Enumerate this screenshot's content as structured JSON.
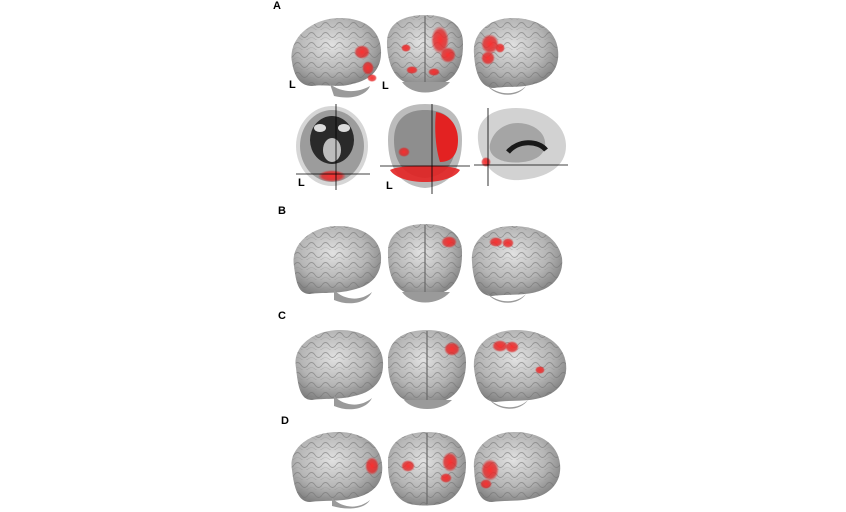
{
  "figure": {
    "panels": [
      {
        "id": "A",
        "label": "A",
        "side_labels": [
          "L",
          "L",
          "L",
          "L"
        ]
      },
      {
        "id": "B",
        "label": "B"
      },
      {
        "id": "C",
        "label": "C"
      },
      {
        "id": "D",
        "label": "D"
      }
    ],
    "colors": {
      "background": "#ffffff",
      "brain_surface": "#b9b9b9",
      "brain_shadow": "#8a8a8a",
      "activation": "#e32222",
      "slice_white": "#d8d8d8",
      "slice_dark": "#1a1a1a",
      "crosshair": "#000000"
    }
  }
}
